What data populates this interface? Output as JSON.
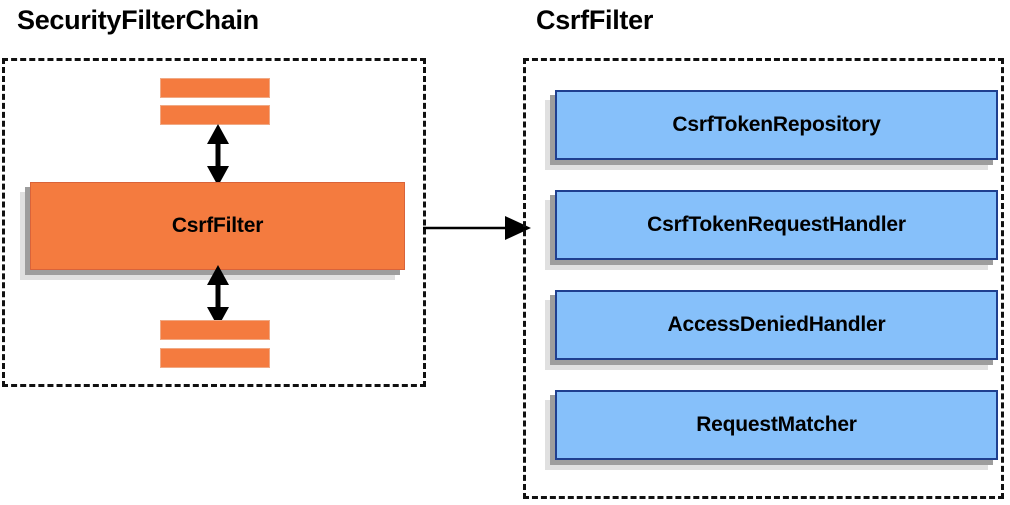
{
  "diagram": {
    "type": "component-relationship-diagram",
    "background_color": "#ffffff",
    "panels": [
      {
        "id": "security-filter-chain",
        "title": "SecurityFilterChain",
        "border_style": "dashed",
        "border_color": "#111111",
        "items": [
          {
            "kind": "bar",
            "label": ""
          },
          {
            "kind": "bar",
            "label": ""
          },
          {
            "kind": "stack",
            "label": "CsrfFilter",
            "color": "#f47b3f"
          },
          {
            "kind": "bar",
            "label": ""
          },
          {
            "kind": "bar",
            "label": ""
          }
        ]
      },
      {
        "id": "csrf-filter",
        "title": "CsrfFilter",
        "border_style": "dashed",
        "border_color": "#111111",
        "items": [
          {
            "kind": "stack",
            "label": "CsrfTokenRepository",
            "color": "#86c0fa"
          },
          {
            "kind": "stack",
            "label": "CsrfTokenRequestHandler",
            "color": "#86c0fa"
          },
          {
            "kind": "stack",
            "label": "AccessDeniedHandler",
            "color": "#86c0fa"
          },
          {
            "kind": "stack",
            "label": "RequestMatcher",
            "color": "#86c0fa"
          }
        ]
      }
    ],
    "connectors": [
      {
        "id": "arrow-up",
        "style": "double-headed-vertical",
        "color": "#000000"
      },
      {
        "id": "arrow-down",
        "style": "double-headed-vertical",
        "color": "#000000"
      },
      {
        "id": "arrow-right",
        "style": "single-headed-horizontal",
        "color": "#000000"
      }
    ],
    "colors": {
      "orange_fill": "#f47b3f",
      "orange_border": "#d9633a",
      "blue_fill": "#86c0fa",
      "blue_border": "#1f3f8f",
      "shadow_mid": "#9d9d9d",
      "shadow_back": "#e0e0e0",
      "text": "#000000"
    }
  }
}
